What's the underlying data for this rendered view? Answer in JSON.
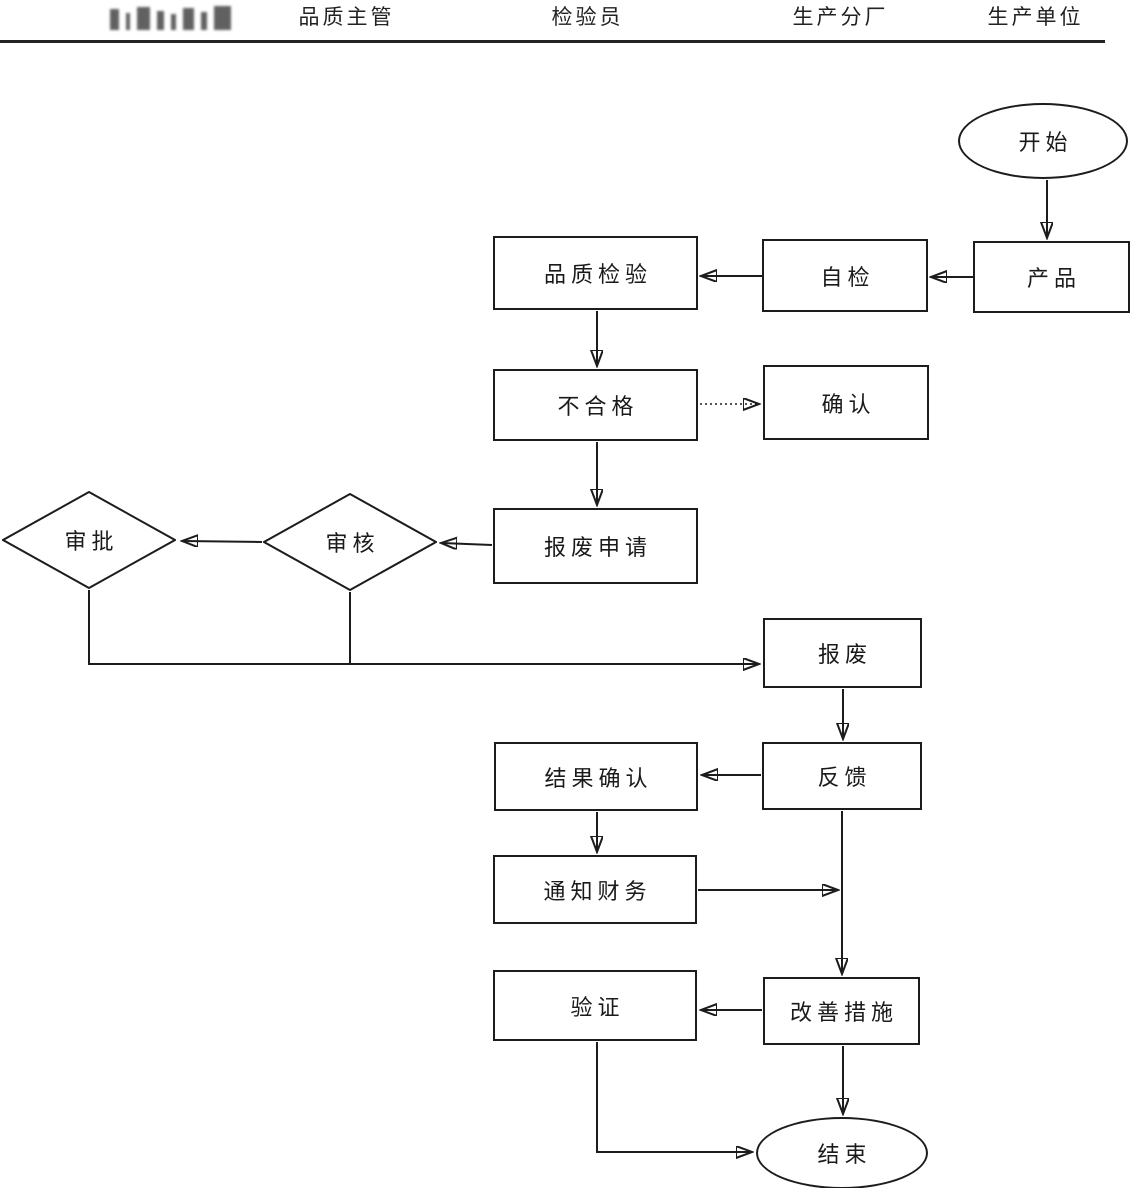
{
  "header": {
    "columns": [
      {
        "label": "品质主管"
      },
      {
        "label": "检验员"
      },
      {
        "label": "生产分厂"
      },
      {
        "label": "生产单位"
      }
    ]
  },
  "flowchart": {
    "nodes": {
      "start": {
        "label": "开始",
        "shape": "ellipse"
      },
      "product": {
        "label": "产品",
        "shape": "rect"
      },
      "self_check": {
        "label": "自检",
        "shape": "rect"
      },
      "quality_inspection": {
        "label": "品质检验",
        "shape": "rect"
      },
      "nonconforming": {
        "label": "不合格",
        "shape": "rect"
      },
      "confirm": {
        "label": "确认",
        "shape": "rect"
      },
      "scrap_application": {
        "label": "报废申请",
        "shape": "rect"
      },
      "review": {
        "label": "审核",
        "shape": "diamond"
      },
      "approval": {
        "label": "审批",
        "shape": "diamond"
      },
      "scrap": {
        "label": "报废",
        "shape": "rect"
      },
      "feedback": {
        "label": "反馈",
        "shape": "rect"
      },
      "result_confirmation": {
        "label": "结果确认",
        "shape": "rect"
      },
      "notify_finance": {
        "label": "通知财务",
        "shape": "rect"
      },
      "improvement_measures": {
        "label": "改善措施",
        "shape": "rect"
      },
      "verification": {
        "label": "验证",
        "shape": "rect"
      },
      "end": {
        "label": "结束",
        "shape": "ellipse"
      }
    },
    "edges": [
      {
        "from": "start",
        "to": "product",
        "style": "solid"
      },
      {
        "from": "product",
        "to": "self_check",
        "style": "solid"
      },
      {
        "from": "self_check",
        "to": "quality_inspection",
        "style": "solid"
      },
      {
        "from": "quality_inspection",
        "to": "nonconforming",
        "style": "solid"
      },
      {
        "from": "nonconforming",
        "to": "confirm",
        "style": "dotted"
      },
      {
        "from": "nonconforming",
        "to": "scrap_application",
        "style": "solid"
      },
      {
        "from": "scrap_application",
        "to": "review",
        "style": "solid"
      },
      {
        "from": "review",
        "to": "approval",
        "style": "solid"
      },
      {
        "from": "approval",
        "to": "scrap",
        "style": "solid"
      },
      {
        "from": "review",
        "to": "scrap",
        "style": "solid"
      },
      {
        "from": "scrap",
        "to": "feedback",
        "style": "solid"
      },
      {
        "from": "feedback",
        "to": "result_confirmation",
        "style": "solid"
      },
      {
        "from": "result_confirmation",
        "to": "notify_finance",
        "style": "solid"
      },
      {
        "from": "notify_finance",
        "to": "improvement_measures",
        "style": "solid"
      },
      {
        "from": "feedback",
        "to": "improvement_measures",
        "style": "solid"
      },
      {
        "from": "improvement_measures",
        "to": "verification",
        "style": "solid"
      },
      {
        "from": "improvement_measures",
        "to": "end",
        "style": "solid"
      },
      {
        "from": "verification",
        "to": "end",
        "style": "solid"
      }
    ],
    "colors": {
      "line": "#1c1c1c",
      "text": "#1a1a1a",
      "background": "#ffffff"
    }
  }
}
